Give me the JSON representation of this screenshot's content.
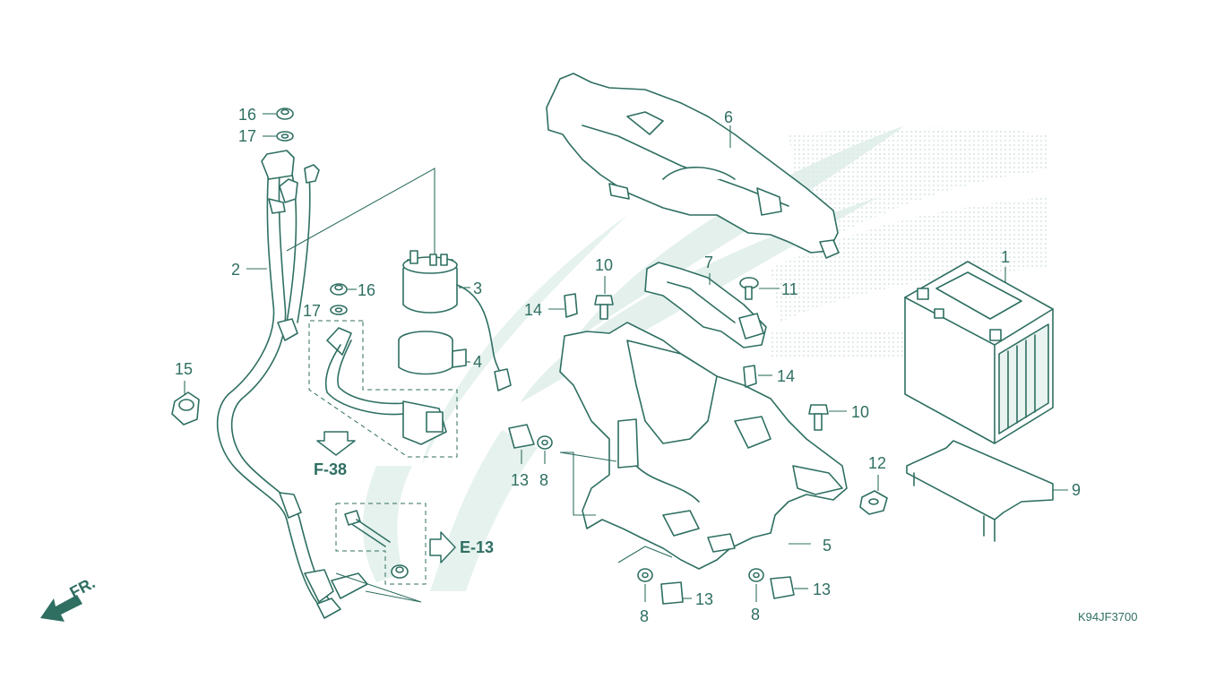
{
  "diagram": {
    "callouts": {
      "p1": "1",
      "p2": "2",
      "p3": "3",
      "p4": "4",
      "p5": "5",
      "p6": "6",
      "p7": "7",
      "p8a": "8",
      "p8b": "8",
      "p8c": "8",
      "p9": "9",
      "p10a": "10",
      "p10b": "10",
      "p11": "11",
      "p12": "12",
      "p13a": "13",
      "p13b": "13",
      "p13c": "13",
      "p14a": "14",
      "p14b": "14",
      "p15": "15",
      "p16a": "16",
      "p16b": "16",
      "p17a": "17",
      "p17b": "17"
    },
    "references": {
      "f38": "F-38",
      "e13": "E-13"
    },
    "front_marker": "FR.",
    "drawing_code": "K94JF3700"
  },
  "colors": {
    "line": "#2f6f62",
    "watermark": "#dcece7",
    "fill": "#e9f3f0"
  },
  "icons": {
    "front_arrow": "direction-arrow-icon",
    "ref_arrow_down": "arrow-down-icon",
    "ref_arrow_right": "arrow-right-icon"
  }
}
